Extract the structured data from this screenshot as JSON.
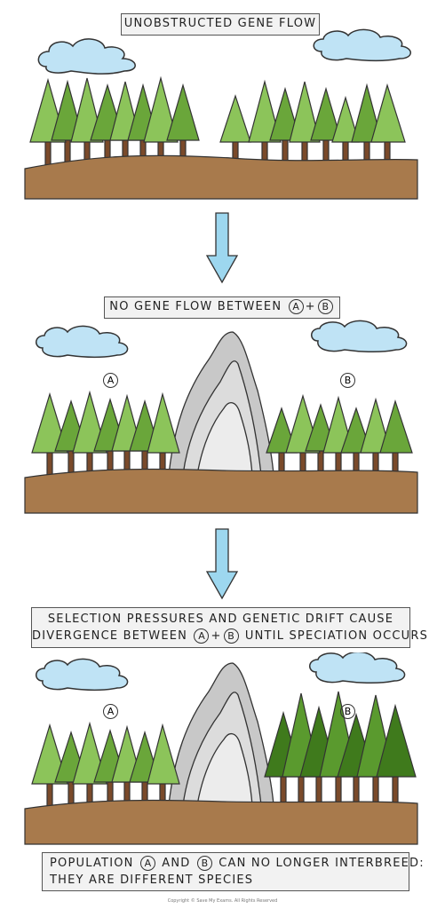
{
  "panel1": {
    "caption": "UNOBSTRUCTED GENE FLOW"
  },
  "panel2": {
    "caption_pre": "NO GENE FLOW BETWEEN",
    "caption_plus": "+",
    "label_a": "A",
    "label_b": "B"
  },
  "panel3": {
    "caption_line1": "SELECTION PRESSURES AND GENETIC DRIFT CAUSE",
    "caption_line2_pre": "DIVERGENCE BETWEEN",
    "caption_line2_plus": "+",
    "caption_line2_post": "UNTIL SPECIATION OCCURS",
    "label_a": "A",
    "label_b": "B"
  },
  "panel4": {
    "caption_line1_pre": "POPULATION",
    "caption_line1_mid": "AND",
    "caption_line1_post": "CAN NO LONGER INTERBREED:",
    "caption_line2": "THEY ARE DIFFERENT SPECIES",
    "label_a": "A",
    "label_b": "B"
  },
  "footer": {
    "copyright": "Copyright © Save My Exams. All Rights Reserved"
  },
  "colors": {
    "ground": "#a87a4c",
    "trunk": "#7a4a2a",
    "tree_light": "#8cc45a",
    "tree_mid": "#6aa63a",
    "tree_dark": "#3f7a1c",
    "cloud": "#bfe3f5",
    "mountain": "#c8c8c8",
    "arrow": "#9dd7ef"
  }
}
